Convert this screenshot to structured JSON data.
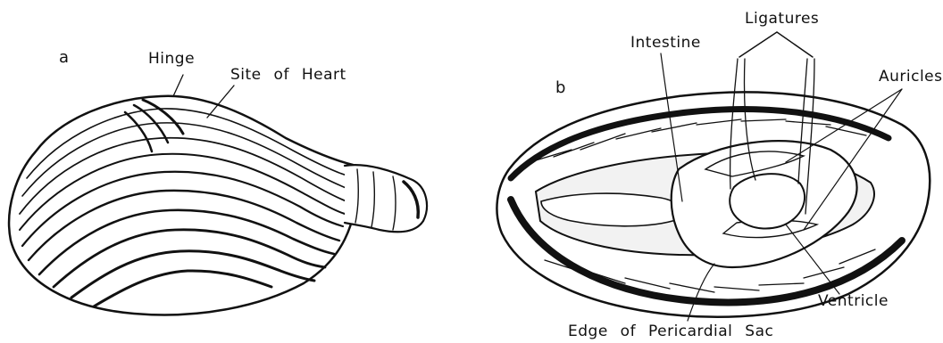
{
  "figure": {
    "panel_a": {
      "letter": "a",
      "labels": {
        "hinge": "Hinge",
        "site_of_heart": "Site of Heart"
      }
    },
    "panel_b": {
      "letter": "b",
      "labels": {
        "intestine": "Intestine",
        "ligatures": "Ligatures",
        "auricles": "Auricles",
        "ventricle": "Ventricle",
        "edge_of_pericardial_sac": "Edge of Pericardial Sac"
      }
    }
  },
  "colors": {
    "ink": "#111111",
    "paper": "#ffffff",
    "tissue": "#f2f2f2"
  }
}
